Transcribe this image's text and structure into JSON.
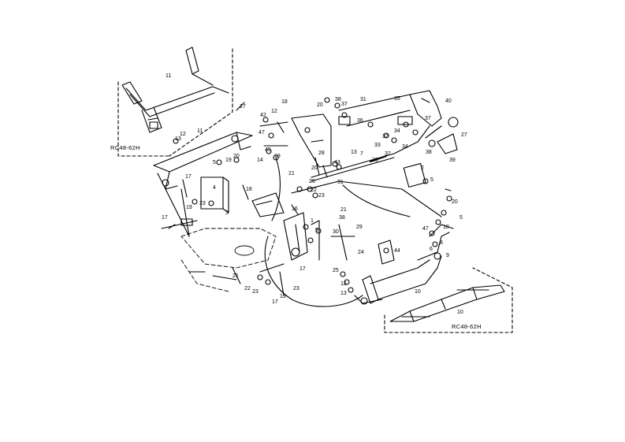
{
  "insets": {
    "top_left_label": "RC48-62H",
    "bottom_right_label": "RC48-62H"
  },
  "callouts": {
    "c1": "1",
    "c2": "2",
    "c3": "3",
    "c5a": "5",
    "c5b": "5",
    "c5c": "5",
    "c7": "7",
    "c10a": "10",
    "c10b": "10",
    "c11a": "11",
    "c11b": "11",
    "c12a": "12",
    "c12b": "12",
    "c12c": "12",
    "c13a": "13",
    "c13b": "13",
    "c14": "14",
    "c16": "16",
    "c17a": "17",
    "c17b": "17",
    "c17c": "17",
    "c18a": "18",
    "c18b": "18",
    "c19a": "19",
    "c19b": "19",
    "c19c": "19",
    "c20a": "20",
    "c20b": "20",
    "c20c": "20",
    "c21a": "21",
    "c21b": "21",
    "c22": "22",
    "c23a": "23",
    "c23b": "23",
    "c23c": "23",
    "c24": "24",
    "c25": "25",
    "c26": "26",
    "c27a": "27",
    "c27b": "27",
    "c28": "28",
    "c29": "29",
    "c30": "30",
    "c31a": "31",
    "c31b": "31",
    "c32a": "32",
    "c32b": "32",
    "c33a": "33",
    "c33b": "33",
    "c34a": "34",
    "c34b": "34",
    "c35": "35",
    "c36": "36",
    "c37a": "37",
    "c37b": "37",
    "c38a": "38",
    "c38b": "38",
    "c39": "39",
    "c40": "40",
    "c42": "42",
    "c43": "43",
    "c44": "44",
    "c45": "45",
    "c47a": "47",
    "c47b": "47",
    "c9": "9",
    "c6": "6",
    "c8": "8",
    "c4": "4"
  },
  "colors": {
    "ink": "#000000",
    "paper": "#ffffff"
  }
}
